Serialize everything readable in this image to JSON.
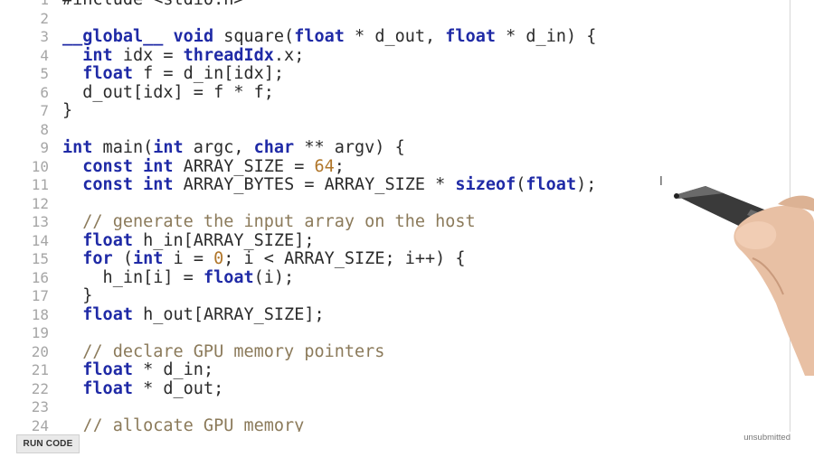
{
  "editor": {
    "lines": [
      {
        "n": "1",
        "tokens": [
          {
            "t": "#include <stdio.h>",
            "c": ""
          }
        ]
      },
      {
        "n": "2",
        "tokens": []
      },
      {
        "n": "3",
        "tokens": [
          {
            "t": "__global__",
            "c": "kw"
          },
          {
            "t": " ",
            "c": ""
          },
          {
            "t": "void",
            "c": "kw"
          },
          {
            "t": " square(",
            "c": ""
          },
          {
            "t": "float",
            "c": "kw"
          },
          {
            "t": " * d_out, ",
            "c": ""
          },
          {
            "t": "float",
            "c": "kw"
          },
          {
            "t": " * d_in) {",
            "c": ""
          }
        ]
      },
      {
        "n": "4",
        "tokens": [
          {
            "t": "  ",
            "c": ""
          },
          {
            "t": "int",
            "c": "kw"
          },
          {
            "t": " idx = ",
            "c": ""
          },
          {
            "t": "threadIdx",
            "c": "fn"
          },
          {
            "t": ".x;",
            "c": ""
          }
        ]
      },
      {
        "n": "5",
        "tokens": [
          {
            "t": "  ",
            "c": ""
          },
          {
            "t": "float",
            "c": "kw"
          },
          {
            "t": " f = d_in[idx];",
            "c": ""
          }
        ]
      },
      {
        "n": "6",
        "tokens": [
          {
            "t": "  d_out[idx] = f * f;",
            "c": ""
          }
        ]
      },
      {
        "n": "7",
        "tokens": [
          {
            "t": "}",
            "c": ""
          }
        ]
      },
      {
        "n": "8",
        "tokens": []
      },
      {
        "n": "9",
        "tokens": [
          {
            "t": "int",
            "c": "kw"
          },
          {
            "t": " main(",
            "c": ""
          },
          {
            "t": "int",
            "c": "kw"
          },
          {
            "t": " argc, ",
            "c": ""
          },
          {
            "t": "char",
            "c": "kw"
          },
          {
            "t": " ** argv) {",
            "c": ""
          }
        ]
      },
      {
        "n": "10",
        "tokens": [
          {
            "t": "  ",
            "c": ""
          },
          {
            "t": "const",
            "c": "kw"
          },
          {
            "t": " ",
            "c": ""
          },
          {
            "t": "int",
            "c": "kw"
          },
          {
            "t": " ARRAY_SIZE = ",
            "c": ""
          },
          {
            "t": "64",
            "c": "num"
          },
          {
            "t": ";",
            "c": ""
          }
        ]
      },
      {
        "n": "11",
        "tokens": [
          {
            "t": "  ",
            "c": ""
          },
          {
            "t": "const",
            "c": "kw"
          },
          {
            "t": " ",
            "c": ""
          },
          {
            "t": "int",
            "c": "kw"
          },
          {
            "t": " ARRAY_BYTES = ARRAY_SIZE * ",
            "c": ""
          },
          {
            "t": "sizeof",
            "c": "kw"
          },
          {
            "t": "(",
            "c": ""
          },
          {
            "t": "float",
            "c": "kw"
          },
          {
            "t": ");",
            "c": ""
          }
        ]
      },
      {
        "n": "12",
        "tokens": []
      },
      {
        "n": "13",
        "tokens": [
          {
            "t": "  ",
            "c": ""
          },
          {
            "t": "// generate the input array on the host",
            "c": "cm"
          }
        ]
      },
      {
        "n": "14",
        "tokens": [
          {
            "t": "  ",
            "c": ""
          },
          {
            "t": "float",
            "c": "kw"
          },
          {
            "t": " h_in[ARRAY_SIZE];",
            "c": ""
          }
        ]
      },
      {
        "n": "15",
        "tokens": [
          {
            "t": "  ",
            "c": ""
          },
          {
            "t": "for",
            "c": "kw"
          },
          {
            "t": " (",
            "c": ""
          },
          {
            "t": "int",
            "c": "kw"
          },
          {
            "t": " i = ",
            "c": ""
          },
          {
            "t": "0",
            "c": "num"
          },
          {
            "t": "; i < ARRAY_SIZE; i++) {",
            "c": ""
          }
        ]
      },
      {
        "n": "16",
        "tokens": [
          {
            "t": "    h_in[i] = ",
            "c": ""
          },
          {
            "t": "float",
            "c": "kw"
          },
          {
            "t": "(i);",
            "c": ""
          }
        ]
      },
      {
        "n": "17",
        "tokens": [
          {
            "t": "  }",
            "c": ""
          }
        ]
      },
      {
        "n": "18",
        "tokens": [
          {
            "t": "  ",
            "c": ""
          },
          {
            "t": "float",
            "c": "kw"
          },
          {
            "t": " h_out[ARRAY_SIZE];",
            "c": ""
          }
        ]
      },
      {
        "n": "19",
        "tokens": []
      },
      {
        "n": "20",
        "tokens": [
          {
            "t": "  ",
            "c": ""
          },
          {
            "t": "// declare GPU memory pointers",
            "c": "cm"
          }
        ]
      },
      {
        "n": "21",
        "tokens": [
          {
            "t": "  ",
            "c": ""
          },
          {
            "t": "float",
            "c": "kw"
          },
          {
            "t": " * d_in;",
            "c": ""
          }
        ]
      },
      {
        "n": "22",
        "tokens": [
          {
            "t": "  ",
            "c": ""
          },
          {
            "t": "float",
            "c": "kw"
          },
          {
            "t": " * d_out;",
            "c": ""
          }
        ]
      },
      {
        "n": "23",
        "tokens": []
      },
      {
        "n": "24",
        "tokens": [
          {
            "t": "  ",
            "c": ""
          },
          {
            "t": "// allocate GPU memory",
            "c": "cm"
          }
        ]
      }
    ]
  },
  "toolbar": {
    "run_label": "RUN CODE"
  },
  "status": {
    "text": "unsubmitted"
  },
  "colors": {
    "keyword": "#1f2aa6",
    "number": "#b0762a",
    "comment": "#8b7a5a",
    "linenumber": "#a6a6a6"
  },
  "icons": {
    "cursor": "text-cursor-icon",
    "hand": "hand-with-stylus-icon"
  }
}
